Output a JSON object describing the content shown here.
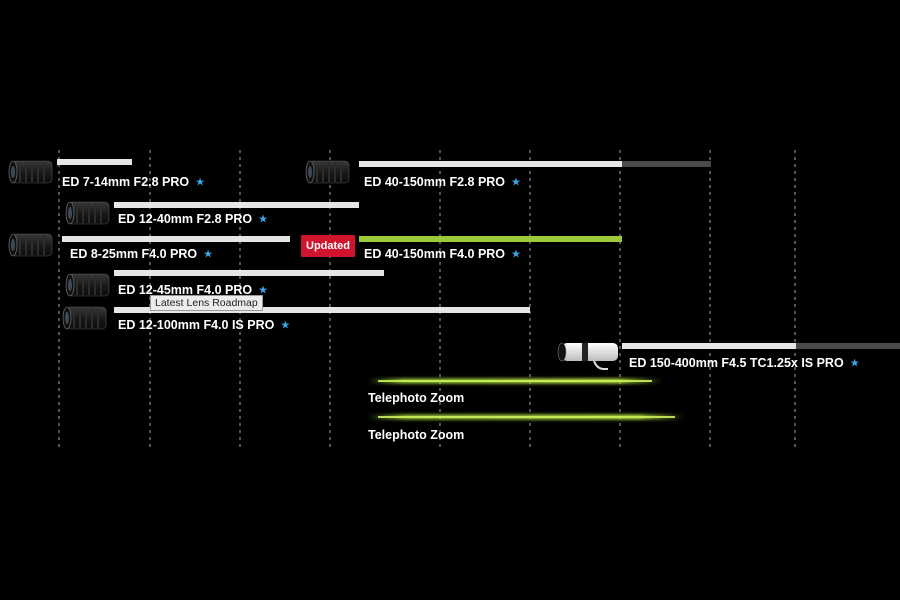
{
  "colors": {
    "background": "#000000",
    "bar_released": "#e6e6e6",
    "bar_planned_dark": "#4a4a4a",
    "bar_updated": "#9ccb3a",
    "star": "#3aa6e8",
    "badge": "#d0142d"
  },
  "badge_label": "Updated",
  "tooltip_label": "Latest Lens Roadmap",
  "star_glyph": "★",
  "chart_data": {
    "type": "bar",
    "title": "",
    "xlabel": "",
    "ylabel": "",
    "grid": true,
    "gridline_count": 9,
    "series": [
      {
        "name": "ED 7-14mm F2.8 PRO",
        "label": "ED 7-14mm F2.8 PRO",
        "start": 7,
        "end": 14,
        "style": "released",
        "icon": "lens-black-icon",
        "star": true
      },
      {
        "name": "ED 12-40mm F2.8 PRO",
        "label": "ED 12-40mm F2.8 PRO",
        "start": 12,
        "end": 40,
        "style": "released",
        "icon": "lens-black-icon",
        "star": true
      },
      {
        "name": "ED 8-25mm F4.0 PRO",
        "label": "ED 8-25mm F4.0 PRO",
        "start": 8,
        "end": 25,
        "style": "released",
        "icon": "lens-black-icon",
        "star": true
      },
      {
        "name": "ED 12-45mm F4.0 PRO",
        "label": "ED 12-45mm F4.0 PRO",
        "start": 12,
        "end": 45,
        "style": "released",
        "icon": "lens-black-icon",
        "star": true
      },
      {
        "name": "ED 12-100mm F4.0 IS PRO",
        "label": "ED 12-100mm F4.0 IS PRO",
        "start": 12,
        "end": 100,
        "style": "released",
        "icon": "lens-black-icon",
        "star": true
      },
      {
        "name": "ED 40-150mm F2.8 PRO",
        "label": "ED 40-150mm F2.8 PRO",
        "start": 40,
        "end": 150,
        "extension_end": 210,
        "style": "released",
        "icon": "lens-black-icon",
        "star": true
      },
      {
        "name": "ED 40-150mm F4.0 PRO",
        "label": "ED 40-150mm F4.0 PRO",
        "start": 40,
        "end": 150,
        "style": "updated",
        "star": true
      },
      {
        "name": "ED 150-400mm F4.5 TC1.25x IS PRO",
        "label": "ED 150-400mm F4.5 TC1.25x IS PRO",
        "start": 150,
        "end": 400,
        "extension_end": 500,
        "style": "released",
        "icon": "lens-white-tele-icon",
        "star": true
      },
      {
        "name": "Telephoto Zoom",
        "label": "Telephoto Zoom",
        "start": 40,
        "end": 150,
        "style": "planned-glow",
        "star": false
      },
      {
        "name": "Telephoto Zoom",
        "label": "Telephoto Zoom",
        "start": 40,
        "end": 180,
        "style": "planned-glow",
        "star": false
      }
    ]
  }
}
